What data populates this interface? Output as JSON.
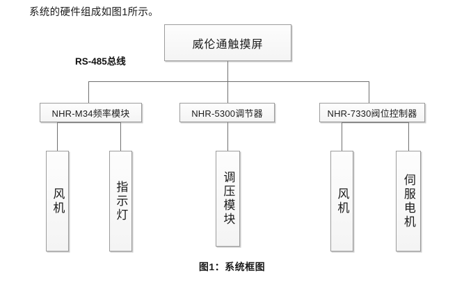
{
  "document": {
    "intro_text": "系统的硬件组成如图1所示。",
    "caption": "图1：系统框图"
  },
  "diagram": {
    "bus_label": "RS-485总线",
    "root": {
      "label": "威伦通触摸屏"
    },
    "modules": [
      {
        "id": "m34",
        "label": "NHR-M34频率模块"
      },
      {
        "id": "r5300",
        "label": "NHR-5300调节器"
      },
      {
        "id": "v7330",
        "label": "NHR-7330阀位控制器"
      }
    ],
    "leaves": [
      {
        "id": "fan-left",
        "label": "风机",
        "parent": "m34"
      },
      {
        "id": "indicator",
        "label": "指示灯",
        "parent": "m34"
      },
      {
        "id": "pressure",
        "label": "调压模块",
        "parent": "r5300"
      },
      {
        "id": "fan-right",
        "label": "风机",
        "parent": "v7330"
      },
      {
        "id": "servo",
        "label": "伺服电机",
        "parent": "v7330"
      }
    ]
  },
  "colors": {
    "line": "#6e6e6e",
    "box_border": "#9b9b9b",
    "box_fill_top": "#fdfdfd",
    "box_fill_bottom": "#f4f4f4",
    "text": "#1a1a1a",
    "page_background": "#ffffff"
  }
}
